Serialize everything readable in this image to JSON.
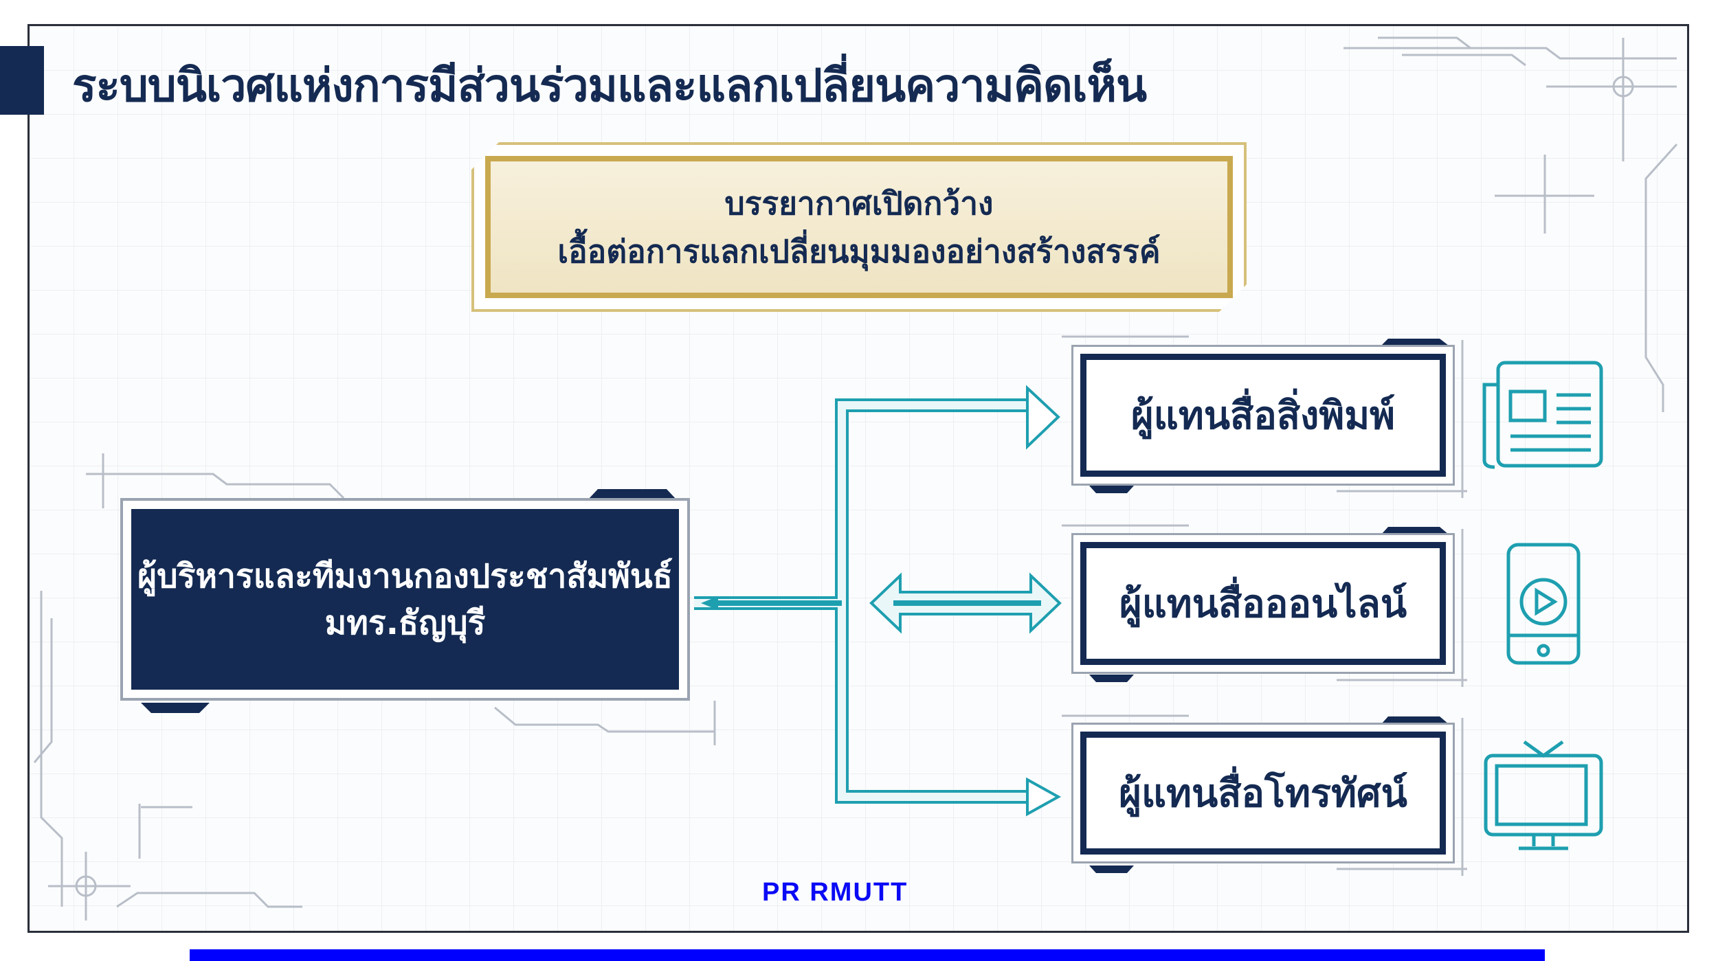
{
  "title": "ระบบนิเวศแห่งการมีส่วนร่วมและแลกเปลี่ยนความคิดเห็น",
  "highlight": {
    "line1": "บรรยากาศเปิดกว้าง",
    "line2": "เอื้อต่อการแลกเปลี่ยนมุมมองอย่างสร้างสรรค์"
  },
  "source": {
    "line1": "ผู้บริหารและทีมงานกองประชาสัมพันธ์",
    "line2": "มทร.ธัญบุรี"
  },
  "media": [
    {
      "label": "ผู้แทนสื่อสิ่งพิมพ์",
      "icon": "newspaper-icon"
    },
    {
      "label": "ผู้แทนสื่อออนไลน์",
      "icon": "smartphone-play-icon"
    },
    {
      "label": "ผู้แทนสื่อโทรทัศน์",
      "icon": "television-icon"
    }
  ],
  "footer": "PR RMUTT",
  "colors": {
    "navy": "#142a52",
    "teal": "#1e9fb0",
    "gold": "#c9a94f",
    "blue": "#0000ff"
  }
}
